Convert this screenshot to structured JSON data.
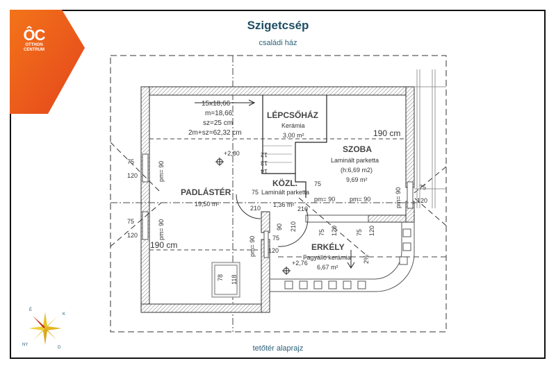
{
  "header": {
    "title": "Szigetcsép",
    "subtitle": "családi ház",
    "brand_logo": "ÔC",
    "brand_line1": "OTTHON",
    "brand_line2": "CENTRUM",
    "brand_color": "#f06a12"
  },
  "footer": {
    "caption": "tetőtér alaprajz"
  },
  "plan": {
    "stair_note": [
      "15x18,66",
      "m=18,66",
      "sz=25 cm",
      "2m+sz=62,32 cm"
    ],
    "rooms": [
      {
        "name": "LÉPCSŐHÁZ",
        "floor": "Kerámia",
        "area": "3,00 m²"
      },
      {
        "name": "SZOBA",
        "floor": "Laminált parketta",
        "extra": "(h:6,69 m2)",
        "area": "9,69 m²"
      },
      {
        "name": "PADLÁSTÉR",
        "area": "19,50 m²"
      },
      {
        "name": "KÖZL.",
        "floor": "Laminált parketta",
        "area": "1,36 m²"
      },
      {
        "name": "ERKÉLY",
        "floor": "Fagyálló kerámia",
        "area": "6,67 m²"
      }
    ],
    "levels": [
      "+2,80",
      "+2,76"
    ],
    "heights": [
      "190 cm",
      "190 cm"
    ],
    "dims": {
      "d75": "75",
      "d120": "120",
      "d90": "90",
      "d210": "210",
      "pm90": "pm= 90",
      "d78": "78",
      "d118": "118",
      "slope": "2%",
      "s12": "12",
      "s13": "13",
      "s14": "14"
    },
    "compass": {
      "n": "É",
      "e": "K",
      "s": "D",
      "w": "NY"
    }
  }
}
